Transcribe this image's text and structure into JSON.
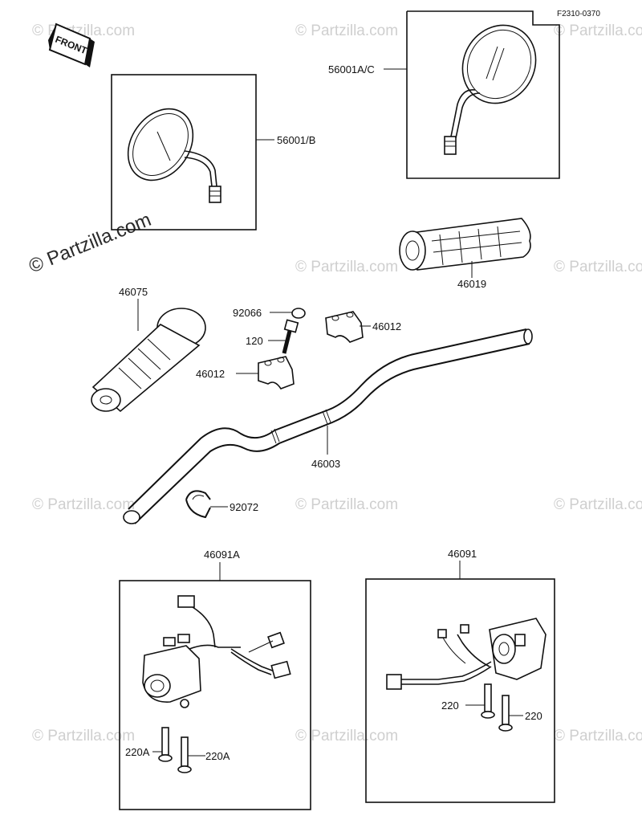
{
  "diagram": {
    "code": "F2310-0370",
    "front_label": "FRONT",
    "watermark_main": "© Partzilla.com",
    "watermark_tile": "© Partzilla.com",
    "labels": {
      "mirror_right": "56001A/C",
      "mirror_left": "56001/B",
      "grip_right": "46019",
      "grip_left": "46075",
      "cap_nut": "92066",
      "bolt": "120",
      "holder_upper": "46012",
      "holder_lower": "46012",
      "handlebar": "46003",
      "clamp": "92072",
      "switch_left": "46091A",
      "switch_right": "46091",
      "screw_left_a": "220A",
      "screw_left_b": "220A",
      "screw_right_a": "220",
      "screw_right_b": "220"
    }
  }
}
